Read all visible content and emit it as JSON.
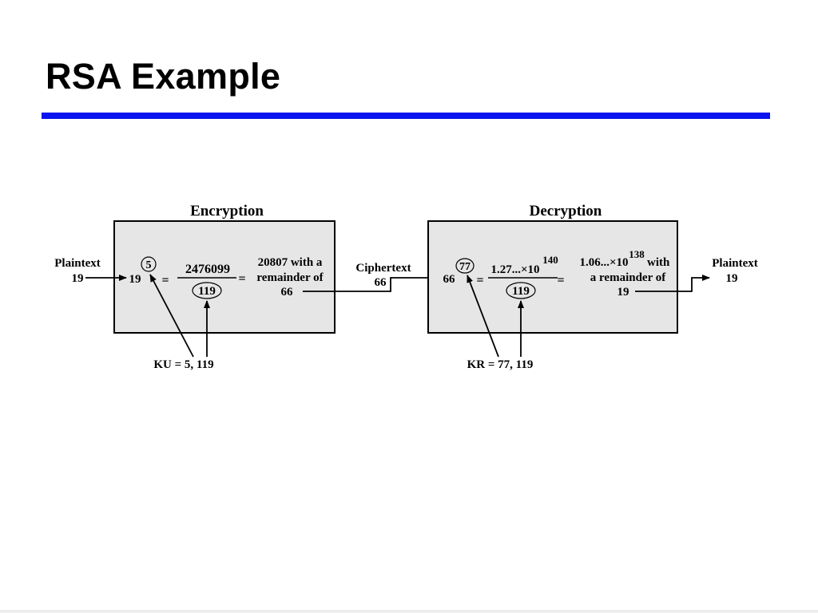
{
  "slide": {
    "title": "RSA Example"
  },
  "colors": {
    "accent_rule": "#0a14ee",
    "box_fill": "#e6e6e6"
  },
  "encryption": {
    "heading": "Encryption",
    "input_label": [
      "Plaintext",
      "19"
    ],
    "base": "19",
    "exponent": "5",
    "equals": "=",
    "numerator": "2476099",
    "denominator": "119",
    "result_lines": [
      "20807 with a",
      "remainder of",
      "66"
    ],
    "key_label": "KU = 5, 119"
  },
  "ciphertext": {
    "label": [
      "Ciphertext",
      "66"
    ]
  },
  "decryption": {
    "heading": "Decryption",
    "base": "66",
    "exponent": "77",
    "equals": "=",
    "numerator_mantissa": "1.27...×10",
    "numerator_exponent": "140",
    "denominator": "119",
    "result_mantissa": "1.06...×10",
    "result_exponent": "138",
    "result_with": " with",
    "result_lines": [
      "a remainder of",
      "19"
    ],
    "key_label": "KR = 77, 119",
    "output_label": [
      "Plaintext",
      "19"
    ]
  }
}
